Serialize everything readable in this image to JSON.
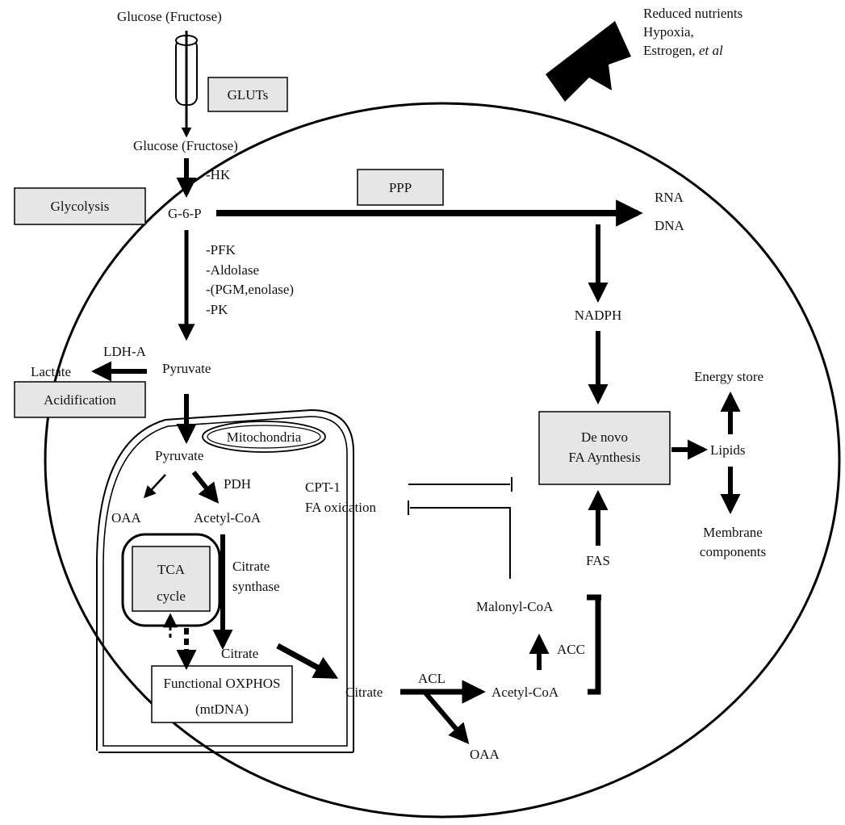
{
  "labels": {
    "glucose_top": "Glucose (Fructose)",
    "glucose_inner": "Glucose (Fructose)",
    "gluts": "GLUTs",
    "hk": "-HK",
    "glycolysis": "Glycolysis",
    "g6p": "G-6-P",
    "ppp": "PPP",
    "rna": "RNA",
    "dna": "DNA",
    "pfk": "-PFK",
    "aldolase": "-Aldolase",
    "pgm_enolase": "-(PGM,enolase)",
    "pk": "-PK",
    "nadph": "NADPH",
    "ldha": "LDH-A",
    "lactate": "Lactate",
    "pyruvate": "Pyruvate",
    "acidification": "Acidification",
    "energy_store": "Energy store",
    "mitochondria": "Mitochondria",
    "pyruvate_mito": "Pyruvate",
    "pdh": "PDH",
    "denovo_line1": "De novo",
    "denovo_line2": "FA Aynthesis",
    "lipids": "Lipids",
    "cpt1": "CPT-1",
    "fa_oxidation": "FA oxidation",
    "oaa_mito": "OAA",
    "acetylcoa_mito": "Acetyl-CoA",
    "membrane_line1": "Membrane",
    "membrane_line2": "components",
    "tca_line1": "TCA",
    "tca_line2": "cycle",
    "citrate_synthase_line1": "Citrate",
    "citrate_synthase_line2": "synthase",
    "fas": "FAS",
    "malonylcoa": "Malonyl-CoA",
    "citrate_mito": "Citrate",
    "acc": "ACC",
    "oxphos_line1": "Functional OXPHOS",
    "oxphos_line2": "(mtDNA)",
    "citrate_cyto": "Citrate",
    "acl": "ACL",
    "acetylcoa_cyto": "Acetyl-CoA",
    "oaa_cyto": "OAA",
    "stimuli_line1": "Reduced nutrients",
    "stimuli_line2": "Hypoxia,",
    "stimuli_line3_prefix": "Estrogen, ",
    "stimuli_line3_italic": "et al"
  }
}
